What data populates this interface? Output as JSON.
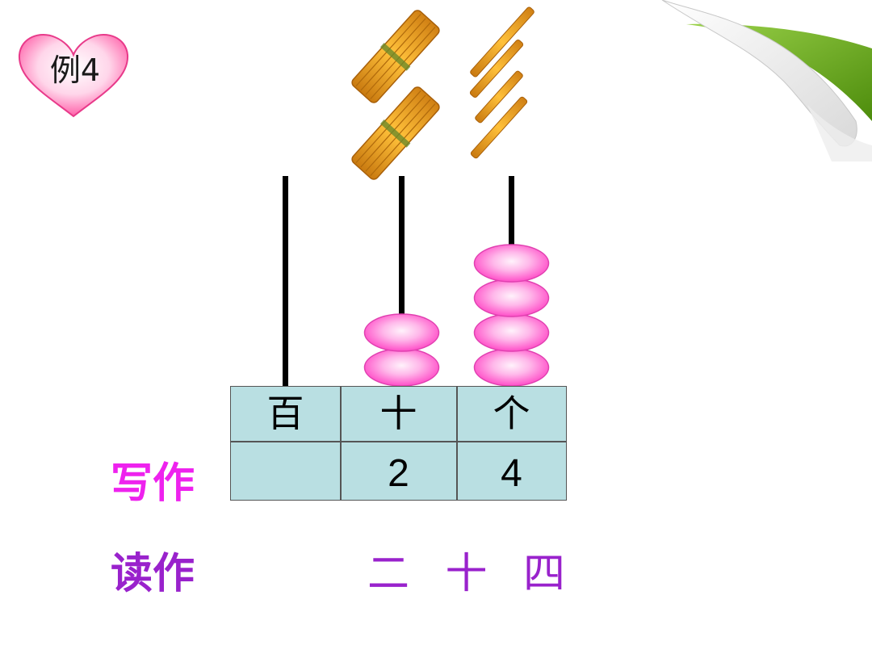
{
  "badge": {
    "label": "例4"
  },
  "place_value_table": {
    "headers": [
      "百",
      "十",
      "个"
    ],
    "values": [
      "",
      "2",
      "4"
    ]
  },
  "abacus": {
    "beads": {
      "hundreds": 0,
      "tens": 2,
      "ones": 4
    },
    "bead_color": "#ff88dd"
  },
  "sticks": {
    "bundles_of_ten": 2,
    "single_sticks": 4
  },
  "write": {
    "label": "写作"
  },
  "read": {
    "label": "读作",
    "value": "二 十 四"
  },
  "colors": {
    "write_label": "#ee22ee",
    "read_text": "#9922cc",
    "table_bg": "#b9dfe2",
    "curl_green": "#6cb416"
  }
}
